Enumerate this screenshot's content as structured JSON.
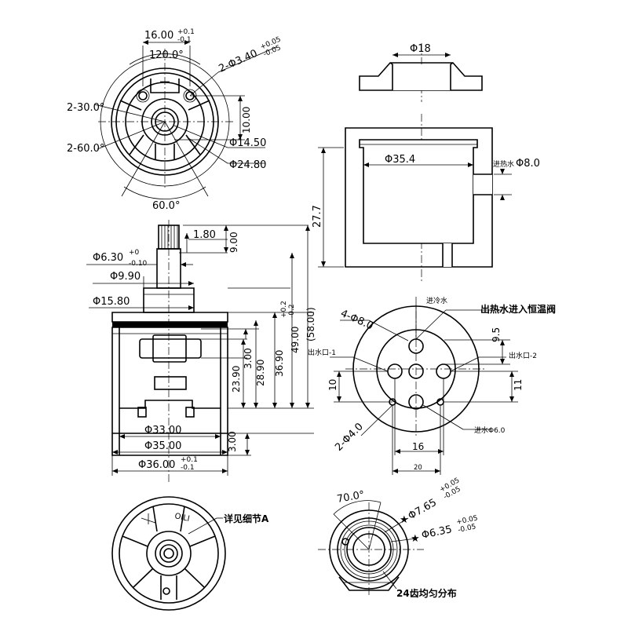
{
  "top_view": {
    "dim_width": "16.00",
    "dim_width_tol_upper": "+0.1",
    "dim_width_tol_lower": "-0.1",
    "angle_top": "120.0°",
    "holes": "2-Φ3.40",
    "holes_tol_upper": "+0.05",
    "holes_tol_lower": "-0.05",
    "angle_30": "2-30.0°",
    "angle_60": "2-60.0°",
    "dim_10": "10.00",
    "dia_inner": "Φ14.50",
    "dia_outer": "Φ24.80",
    "angle_bottom": "60.0°"
  },
  "top_right_view": {
    "dia_18": "Φ18",
    "dia_35_4": "Φ35.4",
    "height": "27.7",
    "inlet_label": "进热水",
    "inlet_dia": "Φ8.0"
  },
  "side_view": {
    "dim_1_80": "1.80",
    "dim_9_00": "9.00",
    "dia_6_30": "Φ6.30",
    "dia_6_30_tol_upper": "+0",
    "dia_6_30_tol_lower": "-0.10",
    "dia_9_90": "Φ9.90",
    "dia_15_80": "Φ15.80",
    "h_23_90": "23.90",
    "h_3_00_a": "3.00",
    "h_28_90": "28.90",
    "h_36_90": "36.90",
    "h_49": "49.00",
    "h_49_tol_upper": "+0.2",
    "h_49_tol_lower": "-0.2",
    "h_58": "(58.00)",
    "h_3_00_b": "3.00",
    "dia_33": "Φ33.00",
    "dia_35": "Φ35.00",
    "dia_36": "Φ36.00",
    "dia_36_tol_upper": "+0.1",
    "dia_36_tol_lower": "-0.1"
  },
  "bottom_port_view": {
    "title": "出热水进入恒温阀",
    "label_cold_in": "进冷水",
    "holes": "4-Φ8.0",
    "dim_9_5": "9.5",
    "outlet_1": "出水口-1",
    "outlet_2": "出水口-2",
    "dim_10": "10",
    "dim_11": "11",
    "holes_small": "2-Φ4.0",
    "inlet_6": "进水Φ6.0",
    "dim_16": "16",
    "dim_20": "20"
  },
  "bottom_view": {
    "label_detail": "详见细节A",
    "stamp_text": "OILI"
  },
  "detail_view": {
    "angle": "70.0°",
    "star_1": "★",
    "dia_7_65": "Φ7.65",
    "dia_7_65_tol_upper": "+0.05",
    "dia_7_65_tol_lower": "-0.05",
    "star_2": "★",
    "dia_6_35": "Φ6.35",
    "dia_6_35_tol_upper": "+0.05",
    "dia_6_35_tol_lower": "-0.05",
    "teeth_note": "24齿均匀分布"
  }
}
